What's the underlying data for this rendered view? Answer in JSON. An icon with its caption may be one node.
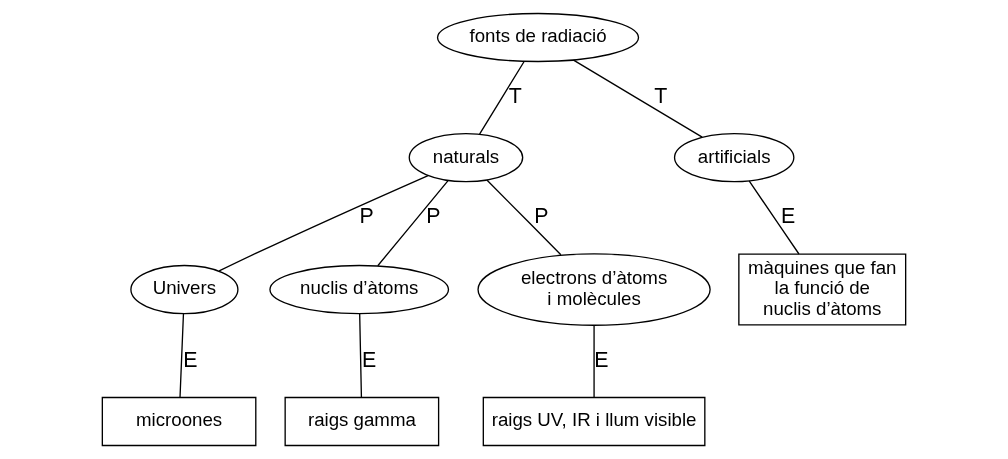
{
  "diagram": {
    "nodes": [
      {
        "text": [
          "fonts de radiació"
        ]
      },
      {
        "text": [
          "naturals"
        ]
      },
      {
        "text": [
          "artificials"
        ]
      },
      {
        "text": [
          "Univers"
        ]
      },
      {
        "text": [
          "nuclis d’àtoms"
        ]
      },
      {
        "text": [
          "electrons d’àtoms i molècules"
        ]
      },
      {
        "text": [
          "màquines que fan la funció de nuclis d’àtoms"
        ]
      },
      {
        "text": [
          "microones"
        ]
      },
      {
        "text": [
          "raigs gamma"
        ]
      },
      {
        "text": [
          "raigs UV, IR i llum visible"
        ]
      }
    ],
    "edges": [
      {
        "from": 0,
        "to": 1,
        "arrow": "none",
        "label": "T"
      },
      {
        "from": 0,
        "to": 2,
        "arrow": "none",
        "label": "T"
      },
      {
        "from": 1,
        "to": 3,
        "arrow": "none",
        "label": "P"
      },
      {
        "from": 1,
        "to": 4,
        "arrow": "none",
        "label": "P"
      },
      {
        "from": 1,
        "to": 5,
        "arrow": "none",
        "label": "P"
      },
      {
        "from": 2,
        "to": 6,
        "arrow": "none",
        "label": "E"
      },
      {
        "from": 3,
        "to": 7,
        "arrow": "none",
        "label": "E"
      },
      {
        "from": 4,
        "to": 8,
        "arrow": "none",
        "label": "E"
      },
      {
        "from": 5,
        "to": 9,
        "arrow": "none",
        "label": "E"
      }
    ]
  }
}
